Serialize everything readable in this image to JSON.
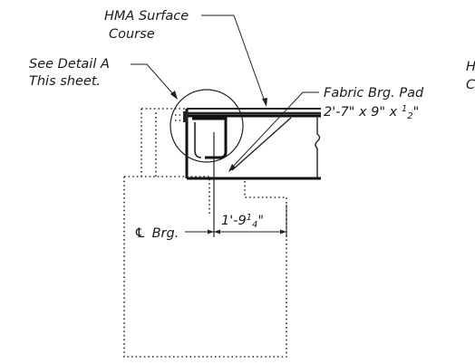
{
  "labels": {
    "hma_line1": "HMA Surface",
    "hma_line2": "Course",
    "detail_line1": "See Detail A",
    "detail_line2": "This sheet.",
    "fabric_line1": "Fabric Brg. Pad",
    "fabric_line2_a": "2'-7\" x 9\" x ",
    "fabric_line2_frac": "1",
    "fabric_line2_den": "2",
    "fabric_line2_end": "\"",
    "bearing_symbol": "℄",
    "bearing_text": "Brg.",
    "dim_main": "1'-9",
    "dim_frac_num": "1",
    "dim_frac_den": "4",
    "dim_end": "\"",
    "cut_top": "H",
    "cut_bottom": "C"
  }
}
